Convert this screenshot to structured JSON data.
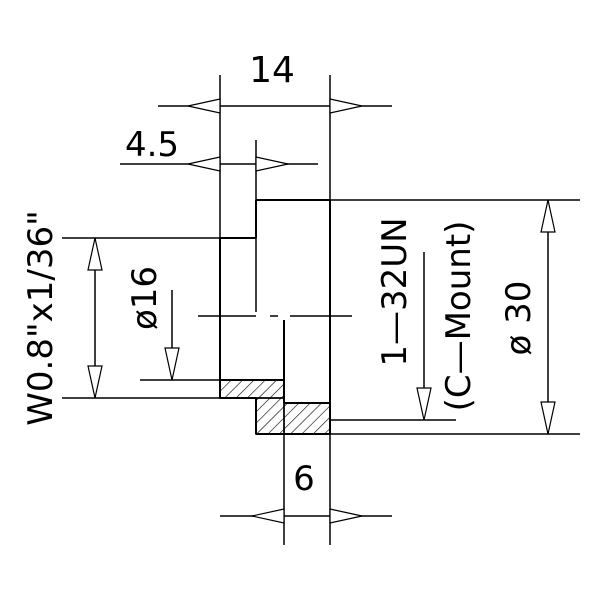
{
  "drawing": {
    "dimensions": {
      "width_total": "14",
      "flange_width": "4.5",
      "bore_diameter": "ø16",
      "outer_diameter": "ø 30",
      "mount_width": "6",
      "thread_left": "W0.8\"x1/36\"",
      "thread_right_line1": "1—32UN",
      "thread_right_line2": "(C—Mount)"
    }
  }
}
